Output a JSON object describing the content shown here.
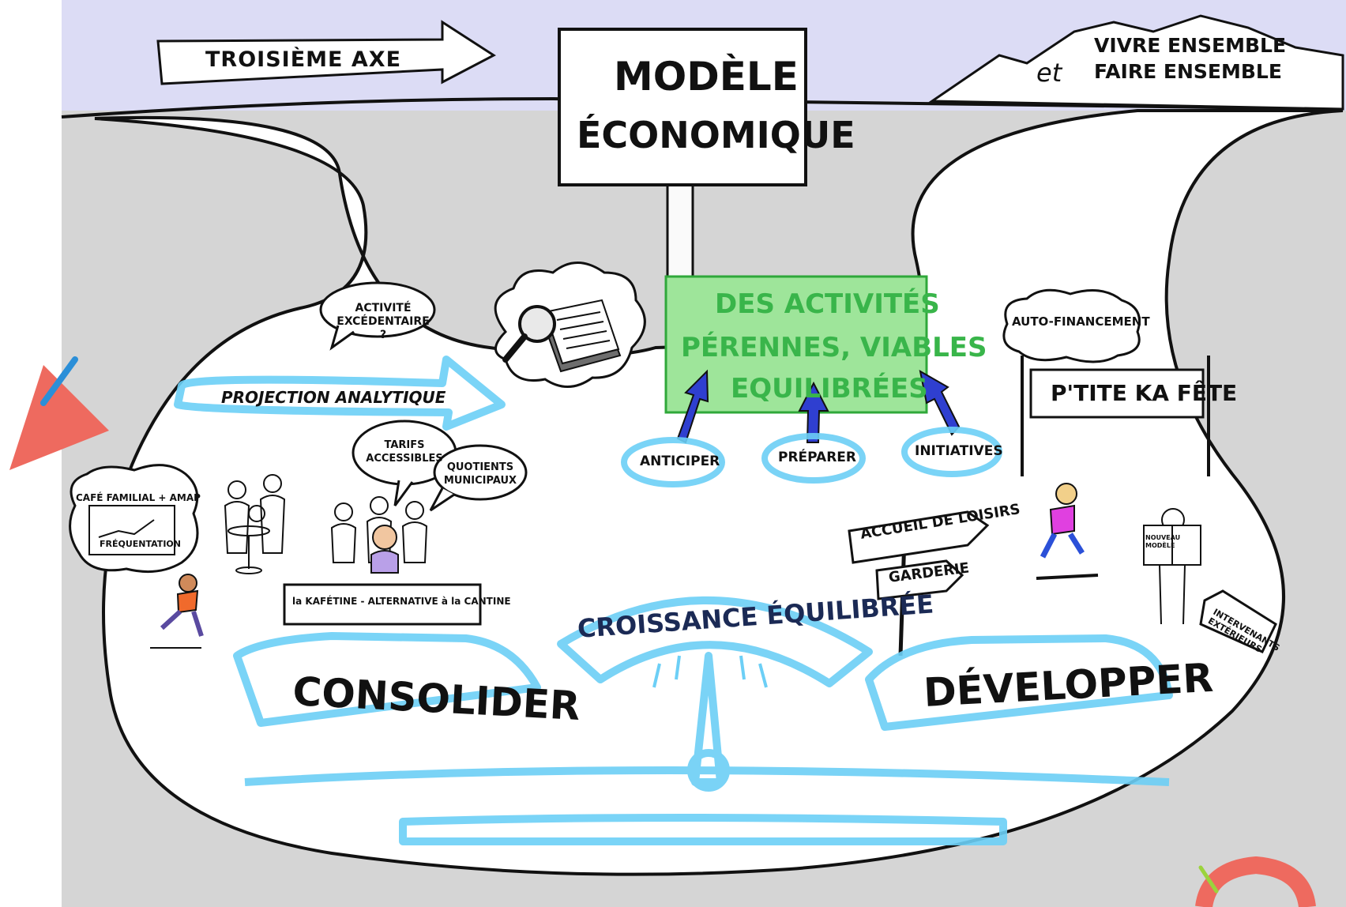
{
  "colors": {
    "sky": "#dcdcf5",
    "ground": "#d5d5d5",
    "road": "#ffffff",
    "chalk_blue": "#6ccff6",
    "board_green": "#9ee59a",
    "board_border": "#2fa83a",
    "arrow_blue": "#2f3fd0",
    "text_green": "#39b54a",
    "decor_red": "#ee6a5f"
  },
  "header": {
    "axis_arrow": "TROISIÈME AXE",
    "sign_line1": "MODÈLE",
    "sign_line2": "ÉCONOMIQUE",
    "mountain_line1": "VIVRE   ENSEMBLE",
    "mountain_et": "et",
    "mountain_line2": "FAIRE   ENSEMBLE"
  },
  "center_board": {
    "line1": "des ACTIVITÉS",
    "line2": "PÉRENNES, VIABLES",
    "line3": "EQUILIBRÉES",
    "actions": [
      "ANTICIPER",
      "PRÉPARER",
      "INITIATIVES"
    ]
  },
  "left": {
    "bubble_excedent": "Activité EXCÉDENTAIRE ?",
    "projection": "PROJECTION ANALYTIQUE",
    "bubble_tarifs": "TARIFS ACCESSIBLES",
    "bubble_quotients": "QUOTIENTS MUNICIPAUX",
    "cafe_title": "CAFÉ FAMILIAL + AMAP",
    "cafe_chart": "FRÉQUENTATION",
    "table_banner": "la KAFÉTINE - ALTERNATIVE à la CANTINE"
  },
  "right": {
    "bubble_auto": "AUTO-FINANCEMENT",
    "banner": "P'TITE KA FÊTE",
    "sign_accueil": "ACCUEIL de LOISIRS",
    "sign_garderie": "GARDERIE",
    "book": "NOUVEAU MODÈLE",
    "tag": "INTERVENANTS EXTÉRIEURS"
  },
  "scale": {
    "left": "CONSOLIDER",
    "center": "CROISSANCE ÉQUILIBRÉE",
    "right": "DÉVELOPPER"
  },
  "icons": {
    "magnifier": "magnifier-icon",
    "document": "document-icon",
    "runner": "runner-icon"
  }
}
